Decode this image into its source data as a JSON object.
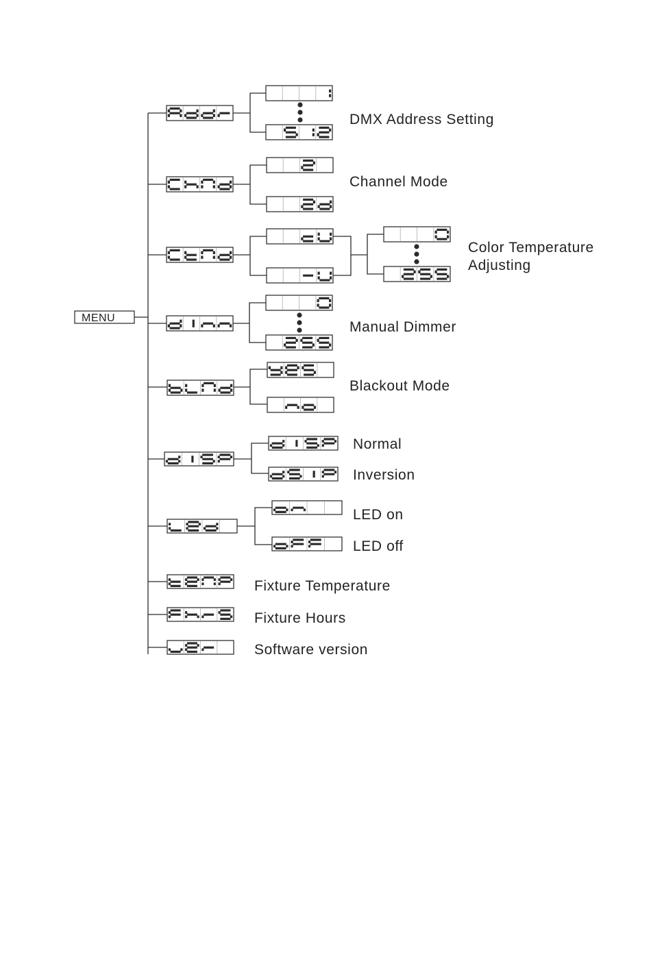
{
  "root": {
    "label": "MENU"
  },
  "ellipsis_icon": "vertical-ellipsis",
  "menu_items": [
    {
      "id": "addr",
      "display": "Addr",
      "label": "DMX Address Setting",
      "options": [
        {
          "display": "   1"
        },
        {
          "display": " 512"
        }
      ],
      "range": true
    },
    {
      "id": "chnd",
      "display": "ChNd",
      "label": "Channel Mode",
      "options": [
        {
          "display": "  2 "
        },
        {
          "display": "  2d"
        }
      ],
      "range": false
    },
    {
      "id": "ctnd",
      "display": "CtNd",
      "label_lines": [
        "Color Temperature",
        "Adjusting"
      ],
      "options": [
        {
          "display": "  cU"
        },
        {
          "display": "  -U"
        }
      ],
      "sub_options": [
        {
          "display": "   0"
        },
        {
          "display": " 255"
        }
      ],
      "sub_range": true
    },
    {
      "id": "dimm",
      "display": "dimm",
      "label": "Manual Dimmer",
      "options": [
        {
          "display": "   0"
        },
        {
          "display": " 255"
        }
      ],
      "range": true
    },
    {
      "id": "blnd",
      "display": "bLNd",
      "label": "Blackout Mode",
      "options": [
        {
          "display": "yes "
        },
        {
          "display": " no "
        }
      ],
      "range": false
    },
    {
      "id": "disp",
      "display": "d iSP",
      "options": [
        {
          "display": "d iSP",
          "label": "Normal"
        },
        {
          "display": "dS iP",
          "label": "Inversion"
        }
      ]
    },
    {
      "id": "led",
      "display": "LEd ",
      "options": [
        {
          "display": "on  ",
          "label": "LED on"
        },
        {
          "display": "oFF ",
          "label": "LED off"
        }
      ]
    },
    {
      "id": "temp",
      "display": "tenP",
      "label": "Fixture Temperature"
    },
    {
      "id": "fhrs",
      "display": "FhrS",
      "label": "Fixture Hours"
    },
    {
      "id": "ver",
      "display": "uEr ",
      "label": "Software version"
    }
  ]
}
